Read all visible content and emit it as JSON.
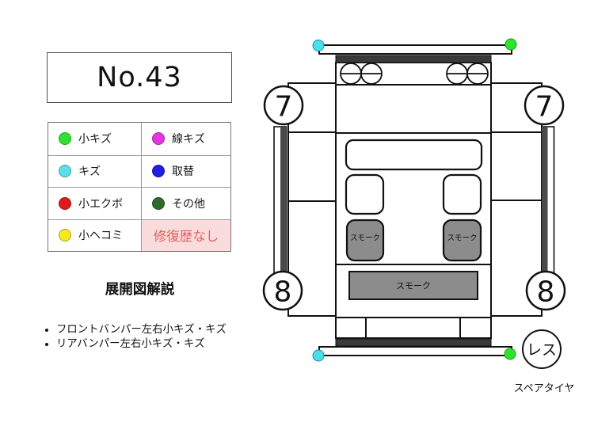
{
  "sheet": {
    "number": "No.43"
  },
  "legend": {
    "items": [
      {
        "label": "小キズ",
        "color": "#2fe22f"
      },
      {
        "label": "線キズ",
        "color": "#e633e6"
      },
      {
        "label": "キズ",
        "color": "#58dfe8"
      },
      {
        "label": "取替",
        "color": "#1f1fe0"
      },
      {
        "label": "小エクボ",
        "color": "#e01a1a"
      },
      {
        "label": "その他",
        "color": "#2e6b2e"
      },
      {
        "label": "小ヘコミ",
        "color": "#f5e822"
      },
      {
        "label": "修復歴なし",
        "text_color": "#e06060",
        "bg_color": "#fbdcdc"
      }
    ]
  },
  "explanation": {
    "title": "展開図解説",
    "bullets": [
      "フロントバンパー左右小キズ・キズ",
      "リアバンパー左右小キズ・キズ"
    ]
  },
  "diagram": {
    "front_panel_score": "7",
    "rear_panel_score": "8",
    "smoke_label": "スモーク",
    "spare_tire_status": "レス",
    "spare_tire_caption": "スペアタイヤ",
    "markers": [
      {
        "location": "front-bumper-left",
        "type": "キズ",
        "color": "#4fdde9"
      },
      {
        "location": "front-bumper-right",
        "type": "小キズ",
        "color": "#2ee22e"
      },
      {
        "location": "rear-bumper-left",
        "type": "キズ",
        "color": "#4fdde9"
      },
      {
        "location": "rear-bumper-right",
        "type": "小キズ",
        "color": "#2ee22e"
      }
    ]
  }
}
